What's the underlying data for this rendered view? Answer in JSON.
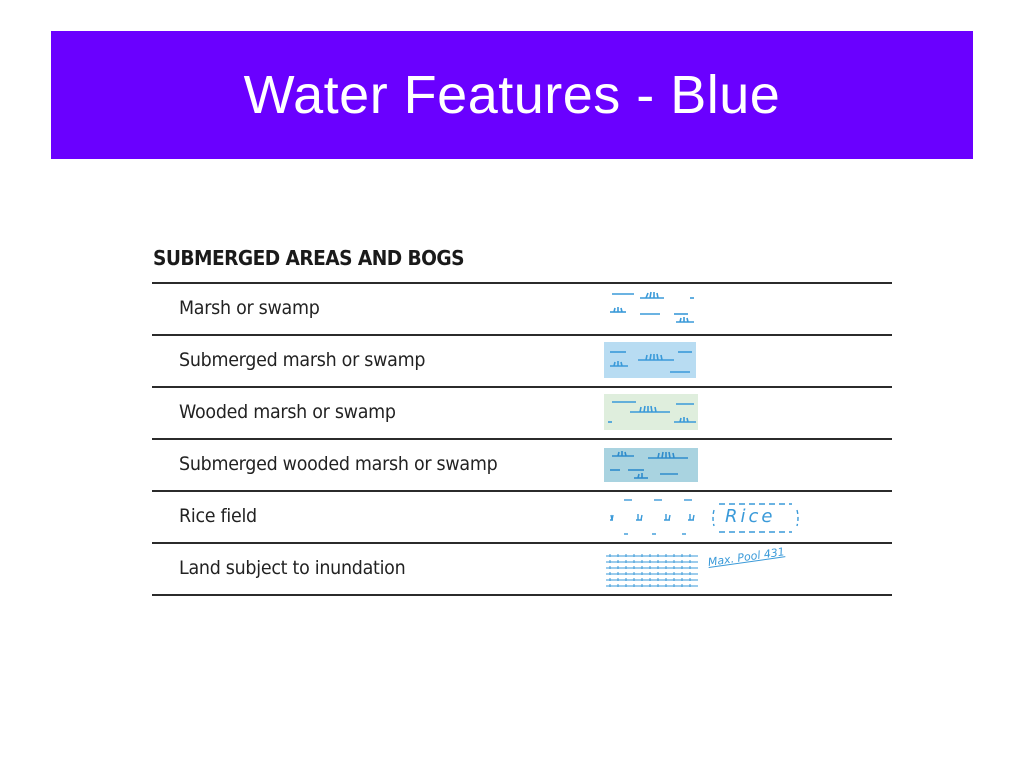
{
  "title": "Water Features - Blue",
  "legend": {
    "heading": "SUBMERGED AREAS AND BOGS",
    "rows": [
      {
        "label": "Marsh or swamp",
        "symbol": "marsh-symbol-icon"
      },
      {
        "label": "Submerged marsh or swamp",
        "symbol": "submerged-marsh-symbol-icon"
      },
      {
        "label": "Wooded marsh or swamp",
        "symbol": "wooded-marsh-symbol-icon"
      },
      {
        "label": "Submerged wooded marsh or swamp",
        "symbol": "submerged-wooded-marsh-symbol-icon"
      },
      {
        "label": "Rice field",
        "symbol": "rice-field-symbol-icon",
        "symbol_text": "Rice"
      },
      {
        "label": "Land subject to inundation",
        "symbol": "inundation-symbol-icon",
        "symbol_text": "Max. Pool 431"
      }
    ]
  },
  "colors": {
    "title_bg": "#6a00ff",
    "title_text": "#ffffff",
    "water_blue": "#3a9ad9",
    "submerged_fill": "#b8dcf2",
    "wooded_fill": "#dfeedd",
    "submerged_wooded_fill": "#a9d3e0"
  }
}
